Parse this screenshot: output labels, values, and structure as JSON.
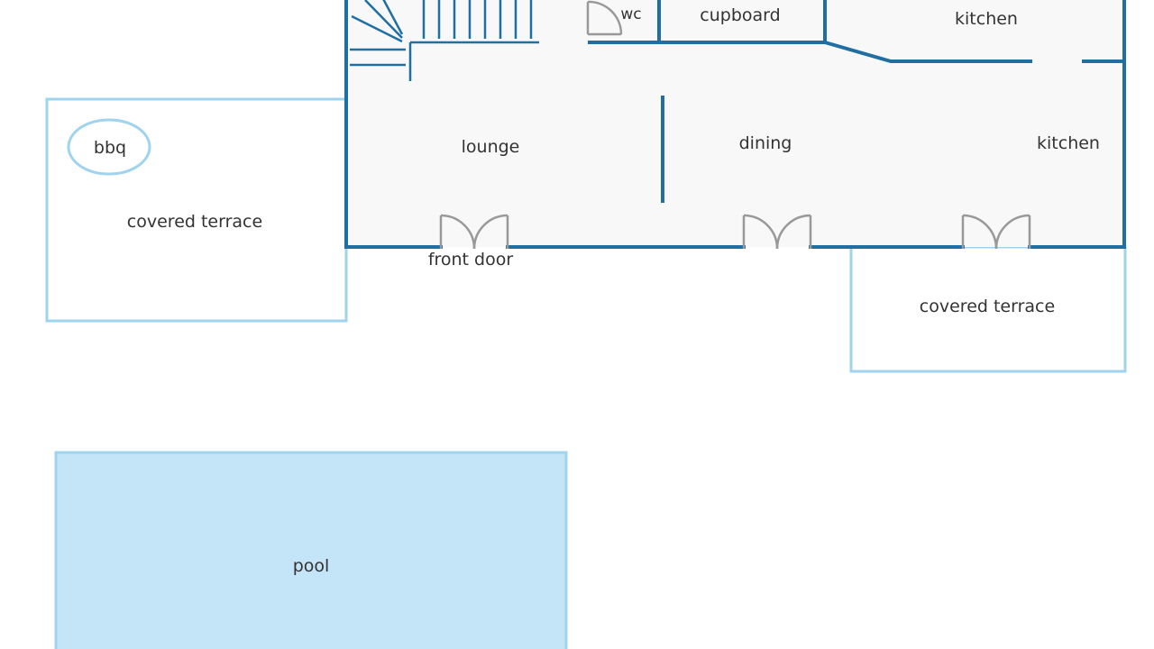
{
  "colors": {
    "wall": "#1f6fa3",
    "terrace_outline": "#9fd3ee",
    "pool_fill": "#c4e5f8",
    "floor_fill": "#f8f8f8",
    "door_swing": "#999999",
    "label": "#333333",
    "background": "#ffffff"
  },
  "labels": {
    "wc": "wc",
    "cupboard": "cupboard",
    "kitchen_upper": "kitchen",
    "kitchen_lower": "kitchen",
    "lounge": "lounge",
    "dining": "dining",
    "bbq": "bbq",
    "covered_terrace_left": "covered terrace",
    "covered_terrace_right": "covered terrace",
    "front_door": "front door",
    "pool": "pool"
  }
}
